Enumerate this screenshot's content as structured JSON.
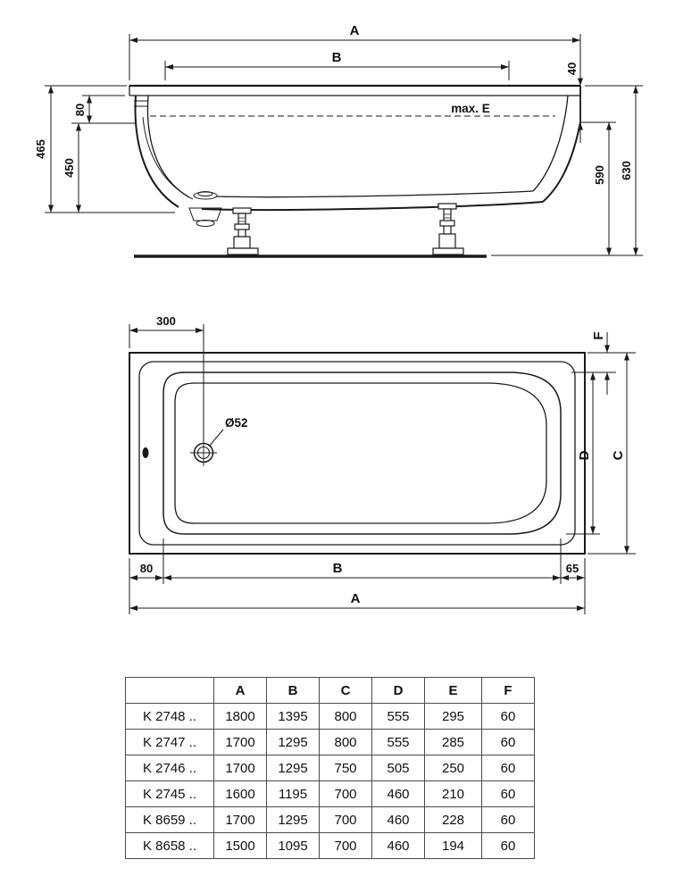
{
  "side_view": {
    "labels": {
      "a": "A",
      "b": "B",
      "v40": "40",
      "v80": "80",
      "v465": "465",
      "v450": "450",
      "max_e": "max. E",
      "v590": "590",
      "v630": "630"
    }
  },
  "top_view": {
    "labels": {
      "v300": "300",
      "f": "F",
      "drain": "Ø52",
      "d": "D",
      "c": "C",
      "v80": "80",
      "b": "B",
      "v65": "65",
      "a": "A"
    }
  },
  "table": {
    "headers": [
      "A",
      "B",
      "C",
      "D",
      "E",
      "F"
    ],
    "rows": [
      {
        "model": "K 2748 ..",
        "a": "1800",
        "b": "1395",
        "c": "800",
        "d": "555",
        "e": "295",
        "f": "60"
      },
      {
        "model": "K 2747 ..",
        "a": "1700",
        "b": "1295",
        "c": "800",
        "d": "555",
        "e": "285",
        "f": "60"
      },
      {
        "model": "K 2746 ..",
        "a": "1700",
        "b": "1295",
        "c": "750",
        "d": "505",
        "e": "250",
        "f": "60"
      },
      {
        "model": "K 2745 ..",
        "a": "1600",
        "b": "1195",
        "c": "700",
        "d": "460",
        "e": "210",
        "f": "60"
      },
      {
        "model": "K 8659 ..",
        "a": "1700",
        "b": "1295",
        "c": "700",
        "d": "460",
        "e": "228",
        "f": "60"
      },
      {
        "model": "K 8658 ..",
        "a": "1500",
        "b": "1095",
        "c": "700",
        "d": "460",
        "e": "194",
        "f": "60"
      }
    ]
  }
}
